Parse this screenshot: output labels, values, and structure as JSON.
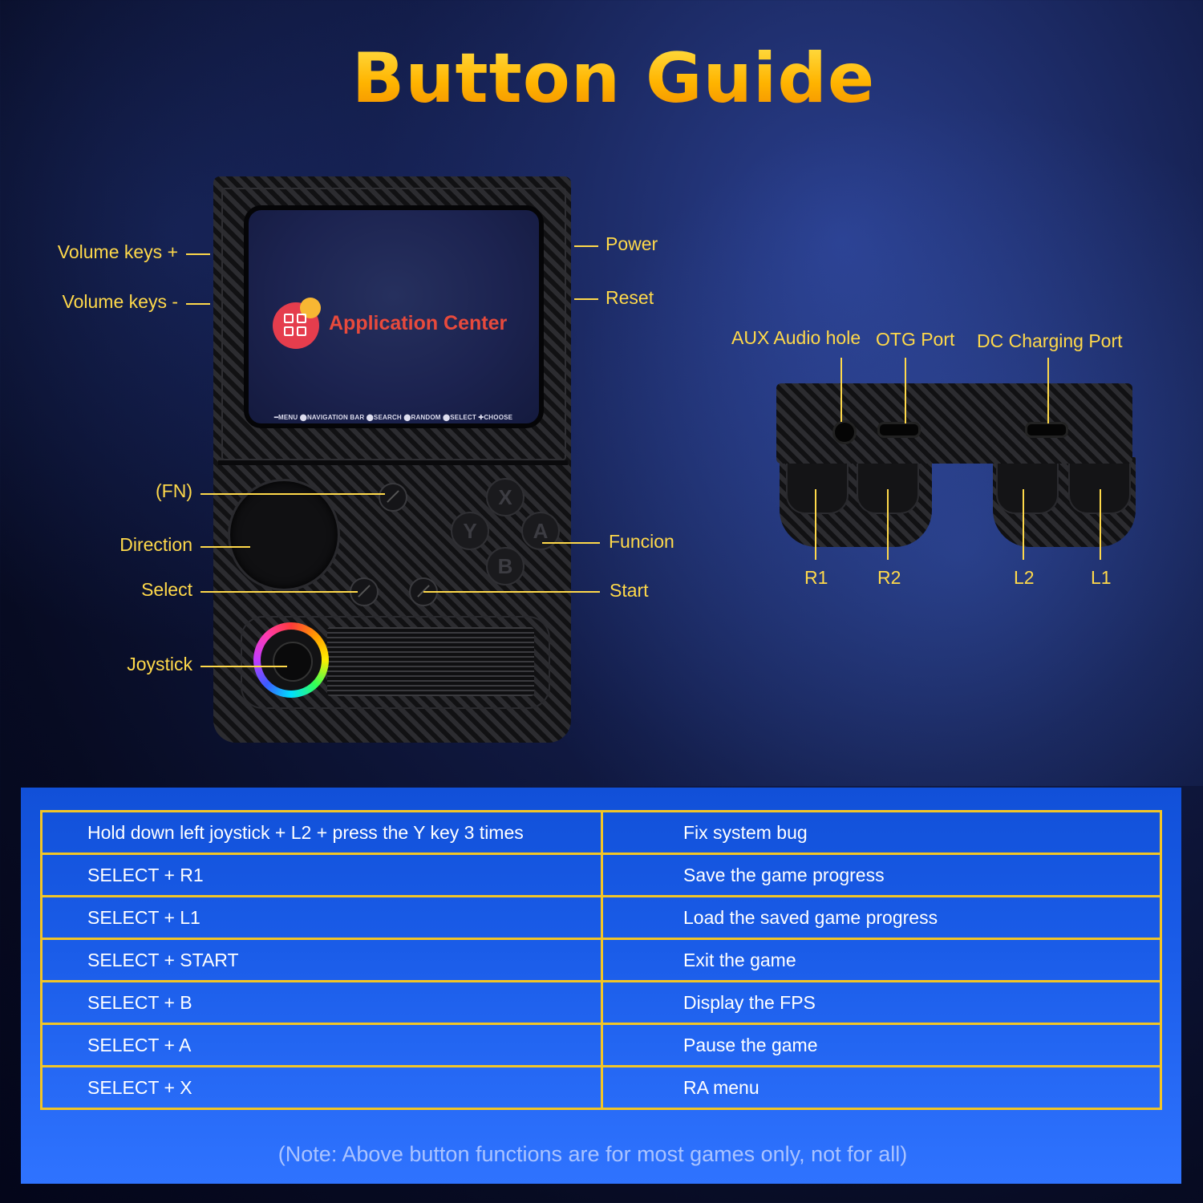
{
  "title": "Button Guide",
  "device_labels": {
    "volume_up": "Volume keys +",
    "volume_down": "Volume keys -",
    "power": "Power",
    "reset": "Reset",
    "fn": "(FN)",
    "direction": "Direction",
    "select": "Select",
    "joystick": "Joystick",
    "function": "Funcion",
    "start": "Start"
  },
  "screen": {
    "app_title": "Application Center",
    "menu_bar": "━MENU  ⬤NAVIGATION BAR ⬤SEARCH ⬤RANDOM ⬤SELECT ✚CHOOSE"
  },
  "face_buttons": {
    "x": "X",
    "y": "Y",
    "a": "A",
    "b": "B"
  },
  "top_labels": {
    "aux": "AUX Audio hole",
    "otg": "OTG Port",
    "dc": "DC Charging Port",
    "r1": "R1",
    "r2": "R2",
    "l2": "L2",
    "l1": "L1"
  },
  "combos": [
    {
      "keys": "Hold down left joystick + L2 + press the Y key 3 times",
      "action": "Fix system bug"
    },
    {
      "keys": "SELECT + R1",
      "action": "Save the game progress"
    },
    {
      "keys": "SELECT + L1",
      "action": "Load the saved game progress"
    },
    {
      "keys": "SELECT + START",
      "action": "Exit the game"
    },
    {
      "keys": "SELECT + B",
      "action": "Display the FPS"
    },
    {
      "keys": "SELECT + A",
      "action": "Pause the game"
    },
    {
      "keys": "SELECT + X",
      "action": "RA menu"
    }
  ],
  "note": "(Note: Above button functions are for most games only, not for all)",
  "colors": {
    "accent": "#ffd94a",
    "panel": "#1a5ce8",
    "table_border": "#f2c526"
  },
  "icons": [
    "application-center-icon",
    "rgb-joystick-icon"
  ]
}
